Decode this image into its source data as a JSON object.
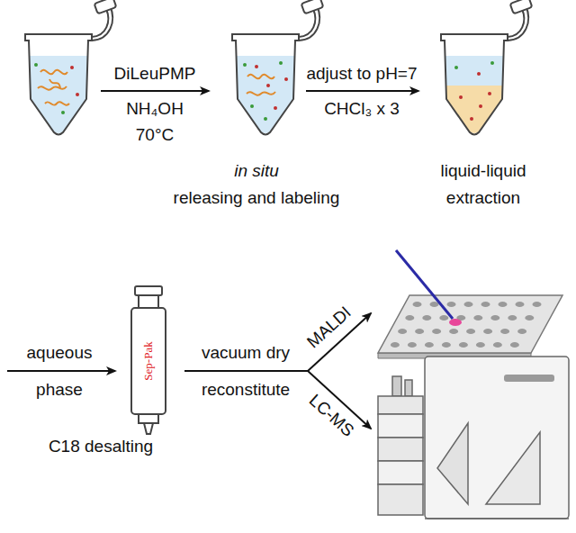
{
  "diagram": {
    "labels": [
      "DiLeuPMP",
      "NH₄OH",
      "70°C",
      "in situ",
      "releasing and labeling",
      "adjust to pH=7",
      "CHCl₃ x 3",
      "liquid-liquid",
      "extraction",
      "aqueous",
      "phase",
      "Sep-Pak",
      "C18 desalting",
      "vacuum dry",
      "reconstitute",
      "MALDI",
      "LC-MS"
    ]
  }
}
